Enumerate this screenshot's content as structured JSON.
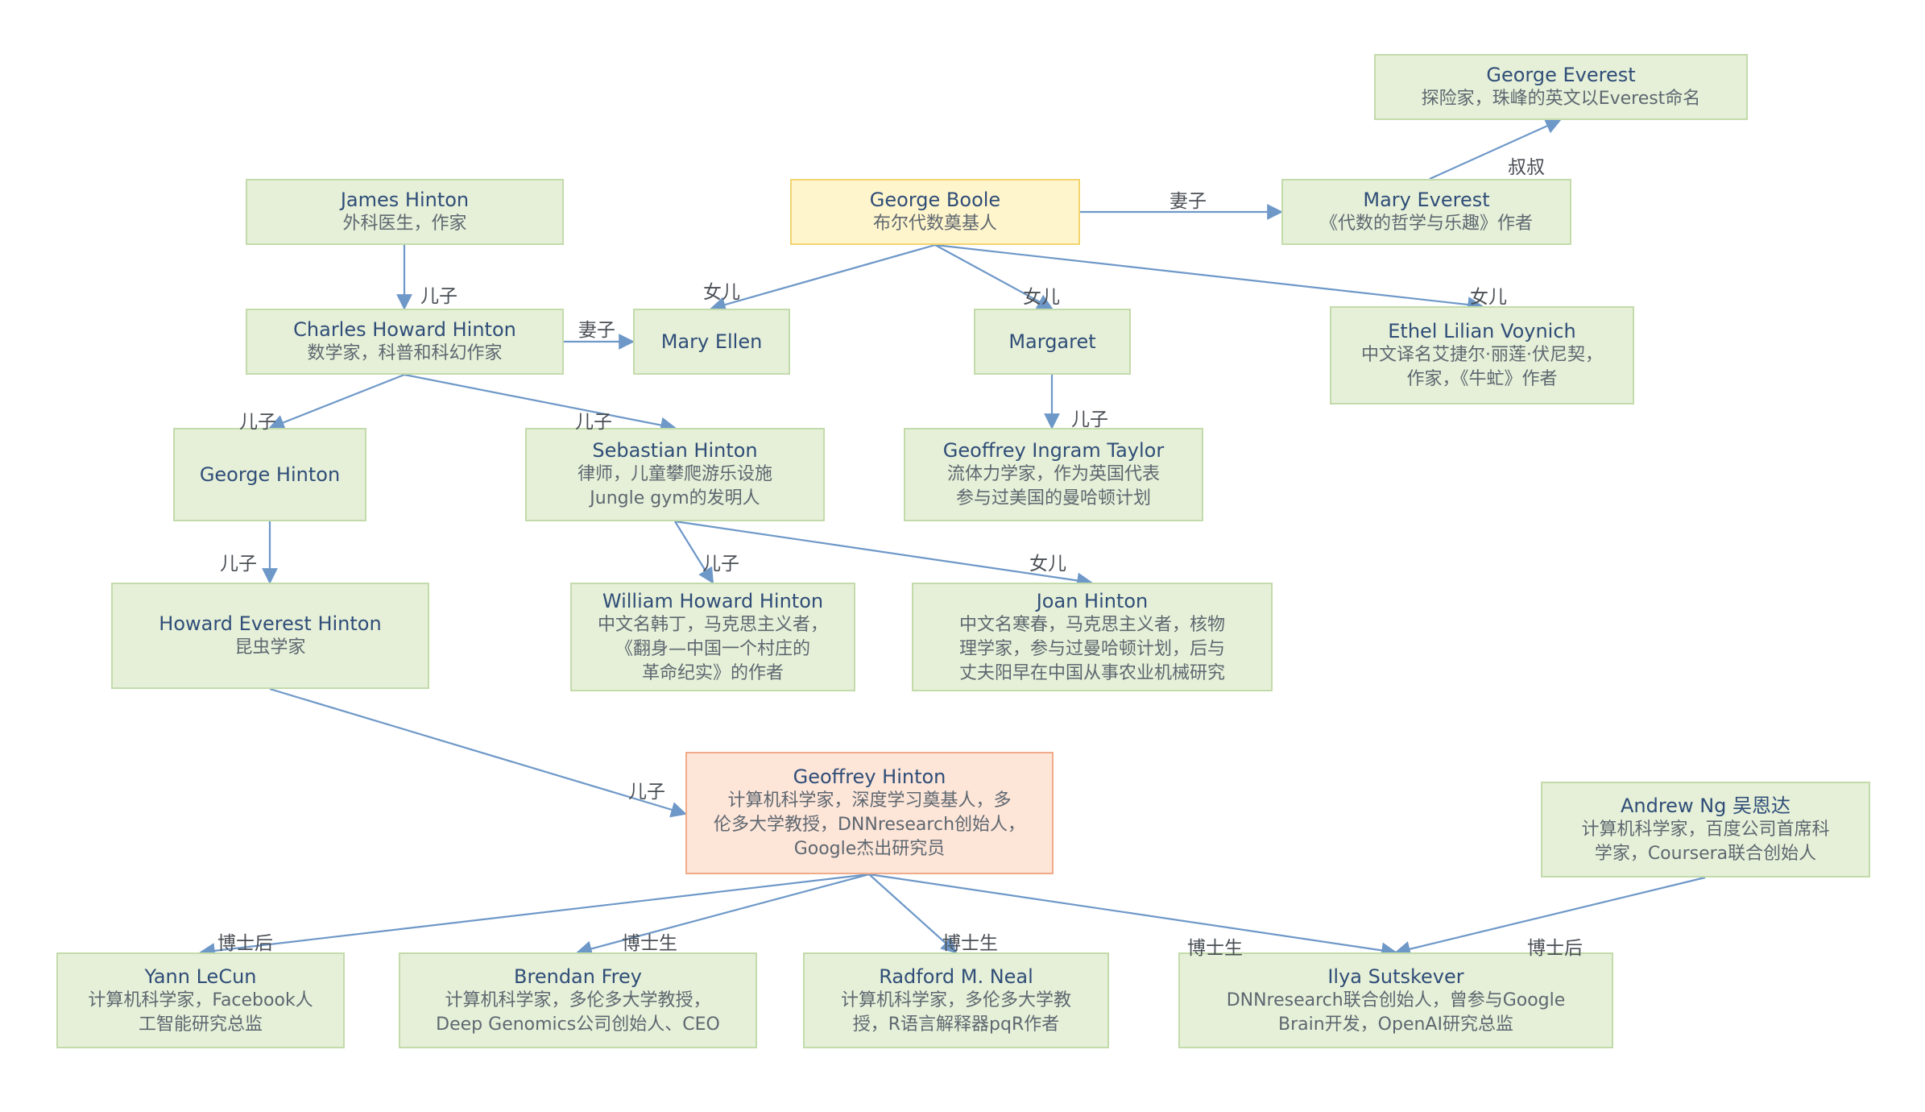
{
  "nodes": [
    {
      "id": "george_everest",
      "name": "George Everest",
      "desc": "探险家，珠峰的英文以Everest命名",
      "style": "plain"
    },
    {
      "id": "mary_everest",
      "name": "Mary Everest",
      "desc": "《代数的哲学与乐趣》作者",
      "style": "plain"
    },
    {
      "id": "george_boole",
      "name": "George Boole",
      "desc": "布尔代数奠基人",
      "style": "boole"
    },
    {
      "id": "james_hinton",
      "name": "James Hinton",
      "desc": "外科医生，作家",
      "style": "plain"
    },
    {
      "id": "charles_hinton",
      "name": "Charles Howard Hinton",
      "desc": "数学家，科普和科幻作家",
      "style": "plain"
    },
    {
      "id": "mary_ellen",
      "name": "Mary Ellen",
      "desc": "",
      "style": "plain"
    },
    {
      "id": "margaret",
      "name": "Margaret",
      "desc": "",
      "style": "plain"
    },
    {
      "id": "ethel_voynich",
      "name": "Ethel Lilian Voynich",
      "desc": "中文译名艾捷尔·丽莲·伏尼契，\n作家，《牛虻》作者",
      "style": "plain"
    },
    {
      "id": "george_hinton",
      "name": "George Hinton",
      "desc": "",
      "style": "plain"
    },
    {
      "id": "sebastian_hinton",
      "name": "Sebastian Hinton",
      "desc": "律师，儿童攀爬游乐设施\nJungle gym的发明人",
      "style": "plain"
    },
    {
      "id": "geoffrey_taylor",
      "name": "Geoffrey Ingram Taylor",
      "desc": "流体力学家，作为英国代表\n参与过美国的曼哈顿计划",
      "style": "plain"
    },
    {
      "id": "howard_hinton",
      "name": "Howard Everest Hinton",
      "desc": "昆虫学家",
      "style": "plain"
    },
    {
      "id": "william_hinton",
      "name": "William Howard Hinton",
      "desc": "中文名韩丁，马克思主义者，\n《翻身—中国一个村庄的\n革命纪实》的作者",
      "style": "plain"
    },
    {
      "id": "joan_hinton",
      "name": "Joan Hinton",
      "desc": "中文名寒春，马克思主义者，核物\n理学家，参与过曼哈顿计划，后与\n丈夫阳早在中国从事农业机械研究",
      "style": "plain"
    },
    {
      "id": "geoffrey_hinton",
      "name": "Geoffrey Hinton",
      "desc": "计算机科学家，深度学习奠基人，多\n伦多大学教授，DNNresearch创始人，\nGoogle杰出研究员",
      "style": "geoffrey"
    },
    {
      "id": "andrew_ng",
      "name": "Andrew Ng 吴恩达",
      "desc": "计算机科学家，百度公司首席科\n学家，Coursera联合创始人",
      "style": "plain"
    },
    {
      "id": "yann_lecun",
      "name": "Yann LeCun",
      "desc": "计算机科学家，Facebook人\n工智能研究总监",
      "style": "plain"
    },
    {
      "id": "brendan_frey",
      "name": "Brendan Frey",
      "desc": "计算机科学家，多伦多大学教授，\nDeep Genomics公司创始人、CEO",
      "style": "plain"
    },
    {
      "id": "radford_neal",
      "name": "Radford M. Neal",
      "desc": "计算机科学家，多伦多大学教\n授，R语言解释器pqR作者",
      "style": "plain"
    },
    {
      "id": "ilya_sutskever",
      "name": "Ilya Sutskever",
      "desc": "DNNresearch联合创始人，曾参与Google\nBrain开发，OpenAI研究总监",
      "style": "plain"
    }
  ],
  "edges": [
    {
      "id": "e1",
      "from": "mary_everest",
      "to": "george_everest",
      "label": "叔叔"
    },
    {
      "id": "e2",
      "from": "george_boole",
      "to": "mary_everest",
      "label": "妻子"
    },
    {
      "id": "e3",
      "from": "james_hinton",
      "to": "charles_hinton",
      "label": "儿子"
    },
    {
      "id": "e4",
      "from": "charles_hinton",
      "to": "mary_ellen",
      "label": "妻子"
    },
    {
      "id": "e5",
      "from": "george_boole",
      "to": "mary_ellen",
      "label": "女儿"
    },
    {
      "id": "e6",
      "from": "george_boole",
      "to": "margaret",
      "label": "女儿"
    },
    {
      "id": "e7",
      "from": "george_boole",
      "to": "ethel_voynich",
      "label": "女儿"
    },
    {
      "id": "e8",
      "from": "charles_hinton",
      "to": "george_hinton",
      "label": "儿子"
    },
    {
      "id": "e9",
      "from": "charles_hinton",
      "to": "sebastian_hinton",
      "label": "儿子"
    },
    {
      "id": "e10",
      "from": "margaret",
      "to": "geoffrey_taylor",
      "label": "儿子"
    },
    {
      "id": "e11",
      "from": "george_hinton",
      "to": "howard_hinton",
      "label": "儿子"
    },
    {
      "id": "e12",
      "from": "sebastian_hinton",
      "to": "william_hinton",
      "label": "儿子"
    },
    {
      "id": "e13",
      "from": "sebastian_hinton",
      "to": "joan_hinton",
      "label": "女儿"
    },
    {
      "id": "e14",
      "from": "howard_hinton",
      "to": "geoffrey_hinton",
      "label": "儿子"
    },
    {
      "id": "e15",
      "from": "geoffrey_hinton",
      "to": "yann_lecun",
      "label": "博士后"
    },
    {
      "id": "e16",
      "from": "geoffrey_hinton",
      "to": "brendan_frey",
      "label": "博士生"
    },
    {
      "id": "e17",
      "from": "geoffrey_hinton",
      "to": "radford_neal",
      "label": "博士生"
    },
    {
      "id": "e18",
      "from": "geoffrey_hinton",
      "to": "ilya_sutskever",
      "label": "博士生"
    },
    {
      "id": "e19",
      "from": "andrew_ng",
      "to": "ilya_sutskever",
      "label": "博士后"
    }
  ],
  "colors": {
    "node_fill": "#e6f0d8",
    "node_border": "#c3dbab",
    "boole_fill": "#fff5cc",
    "boole_border": "#f2d470",
    "geoffrey_fill": "#fde5d8",
    "geoffrey_border": "#f0ac8a",
    "edge": "#6e98c8",
    "name_text": "#2f4d78",
    "desc_text": "#5e6770",
    "label_text": "#4a4f55"
  }
}
